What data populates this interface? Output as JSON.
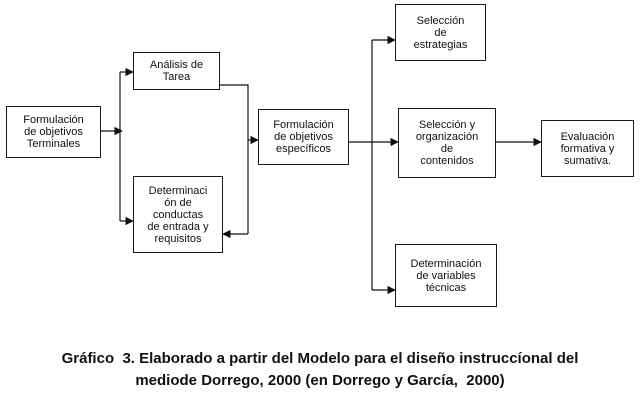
{
  "boxes": {
    "formulacion_terminales": "Formulación\nde objetivos\nTerminales",
    "analisis_tarea": "Análisis de\nTarea",
    "determinacion_conductas": "Determinaci\nón de\nconductas\nde entrada y\nrequisitos",
    "formulacion_especificos": "Formulación\nde objetivos\nespecíficos",
    "seleccion_estrategias": "Selección\nde\nestrategias",
    "seleccion_organizacion": "Selección y\norganización\nde\ncontenidos",
    "determinacion_variables": "Determinación\nde variables\ntécnicas",
    "evaluacion": "Evaluación\nformativa y\nsumativa."
  },
  "caption": {
    "line1": "Gráfico  3. Elaborado a partir del Modelo para el diseño instruccíonal del",
    "line2": "mediode Dorrego, 2000 (en Dorrego y García,  2000)"
  }
}
